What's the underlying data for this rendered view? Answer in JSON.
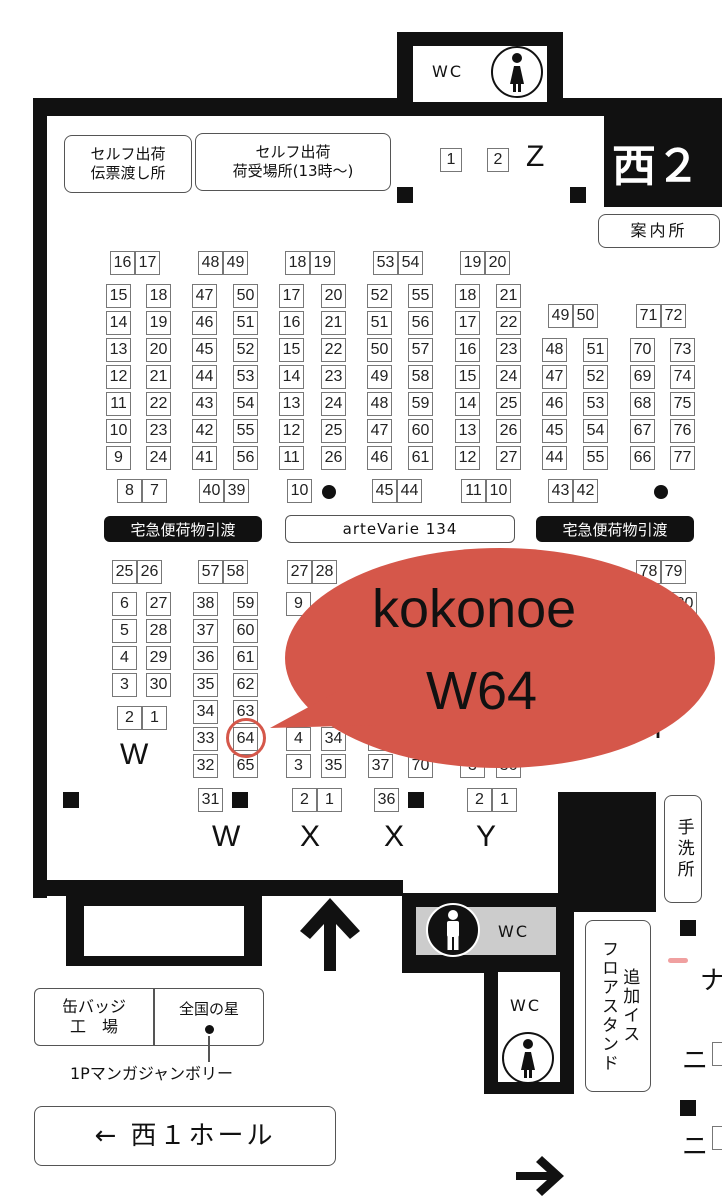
{
  "hall_label": "西２",
  "wc_label": "WC",
  "info_label": "案内所",
  "self_ship_slip": "セルフ出荷\n伝票渡し所",
  "self_ship_receive": "セルフ出荷\n荷受場所(13時〜)",
  "z_label": "Z",
  "z_cells": [
    "1",
    "2"
  ],
  "delivery_label": "宅急便荷物引渡",
  "arte_label": "arteVarie 134",
  "hand_wash": "手洗所",
  "extra_stand": "追加イス\nフロアスタンド",
  "can_badge": "缶バッジ\n工　場",
  "zenkoku": "全国の星",
  "manga_jamboree": "1Pマンガジャンボリー",
  "west1": "← 西１ホール",
  "callout_name": "kokonoe",
  "callout_code": "W64",
  "row_labels": {
    "w_left": "W",
    "w_mid": "W",
    "x1": "X",
    "x2": "X",
    "y1": "Y",
    "y_right": "Y"
  },
  "edge_text": {
    "na": "ナ",
    "ni1": "ニ",
    "ni2": "ニ"
  },
  "top_blocks": [
    {
      "head": [
        "16",
        "17"
      ],
      "left": [
        "15",
        "14",
        "13",
        "12",
        "11",
        "10",
        "9"
      ],
      "right": [
        "18",
        "19",
        "20",
        "21",
        "22",
        "23",
        "24"
      ],
      "foot": [
        "8",
        "7"
      ]
    },
    {
      "head": [
        "48",
        "49"
      ],
      "left": [
        "47",
        "46",
        "45",
        "44",
        "43",
        "42",
        "41"
      ],
      "right": [
        "50",
        "51",
        "52",
        "53",
        "54",
        "55",
        "56"
      ],
      "foot": [
        "40",
        "39"
      ]
    },
    {
      "head": [
        "18",
        "19"
      ],
      "left": [
        "17",
        "16",
        "15",
        "14",
        "13",
        "12",
        "11"
      ],
      "right": [
        "20",
        "21",
        "22",
        "23",
        "24",
        "25",
        "26"
      ],
      "foot": [
        "10"
      ]
    },
    {
      "head": [
        "53",
        "54"
      ],
      "left": [
        "52",
        "51",
        "50",
        "49",
        "48",
        "47",
        "46"
      ],
      "right": [
        "55",
        "56",
        "57",
        "58",
        "59",
        "60",
        "61"
      ],
      "foot": [
        "45",
        "44"
      ]
    },
    {
      "head": [
        "19",
        "20"
      ],
      "left": [
        "18",
        "17",
        "16",
        "15",
        "14",
        "13",
        "12"
      ],
      "right": [
        "21",
        "22",
        "23",
        "24",
        "25",
        "26",
        "27"
      ],
      "foot": [
        "11",
        "10"
      ]
    },
    {
      "head": [
        "49",
        "50"
      ],
      "left": [
        "48",
        "47",
        "46",
        "45",
        "44"
      ],
      "right": [
        "51",
        "52",
        "53",
        "54",
        "55"
      ],
      "foot": [
        "43",
        "42"
      ]
    },
    {
      "head": [
        "71",
        "72"
      ],
      "left": [
        "70",
        "69",
        "68",
        "67",
        "66"
      ],
      "right": [
        "73",
        "74",
        "75",
        "76",
        "77"
      ],
      "foot": []
    }
  ],
  "bottom_blocks": [
    {
      "head": [
        "25",
        "26"
      ],
      "left": [
        "6",
        "5",
        "4",
        "3"
      ],
      "right": [
        "27",
        "28",
        "29",
        "30"
      ],
      "foot": [
        "2",
        "1"
      ]
    },
    {
      "head": [
        "57",
        "58"
      ],
      "left": [
        "38",
        "37",
        "36",
        "35",
        "34",
        "33",
        "32"
      ],
      "right": [
        "59",
        "60",
        "61",
        "62",
        "63",
        "64",
        "65"
      ],
      "foot": [
        "31"
      ]
    },
    {
      "head": [
        "27",
        "28"
      ],
      "left": [
        "9",
        "",
        "",
        "",
        "",
        "4",
        "3"
      ],
      "right": [
        "",
        "",
        "",
        "",
        "",
        "34",
        "35"
      ],
      "foot": [
        "2",
        "1"
      ]
    },
    {
      "head": [
        "",
        ""
      ],
      "left": [
        "",
        "",
        "",
        "",
        "",
        "38",
        "37"
      ],
      "right": [
        "",
        "",
        "",
        "",
        "",
        "",
        "70"
      ],
      "foot": [
        "36"
      ]
    },
    {
      "head": [
        "",
        ""
      ],
      "left": [
        "",
        "",
        "",
        "",
        "",
        "",
        "3"
      ],
      "right": [
        "",
        "",
        "",
        "",
        "",
        "",
        "36"
      ],
      "foot": [
        "2",
        "1"
      ]
    },
    {
      "head": [
        "78",
        "79"
      ],
      "left": [],
      "right": [
        "80"
      ],
      "foot": []
    }
  ]
}
